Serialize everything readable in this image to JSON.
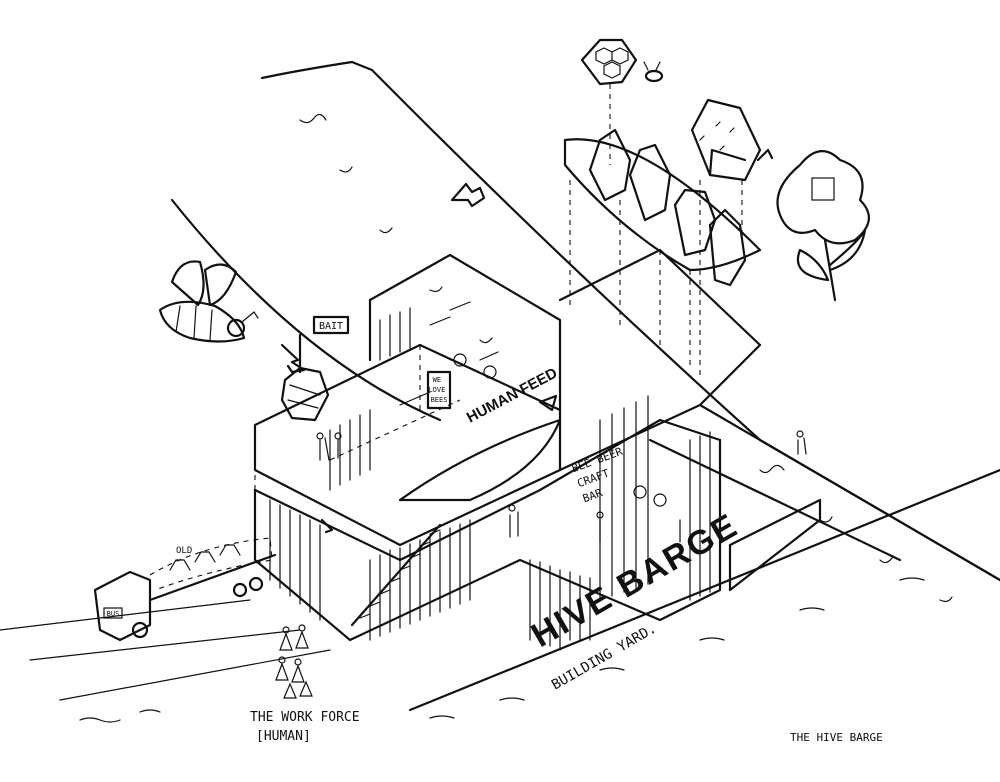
{
  "labels": {
    "bait": "BAIT",
    "we_love_bees": [
      "WE",
      "LOVE",
      "BEES"
    ],
    "human_feed": "HUMAN FEED",
    "bar": [
      "BEE BEER",
      "CRAFT",
      "BAR"
    ],
    "old": "OLD",
    "truck_plate": "BUS",
    "hive_barge": "HIVE BARGE",
    "building_yard": "BUILDING YARD.",
    "work_force": "THE WORK FORCE",
    "human": "[HUMAN]",
    "caption": "THE HIVE BARGE"
  },
  "colors": {
    "ink": "#111111",
    "paper": "#ffffff"
  }
}
